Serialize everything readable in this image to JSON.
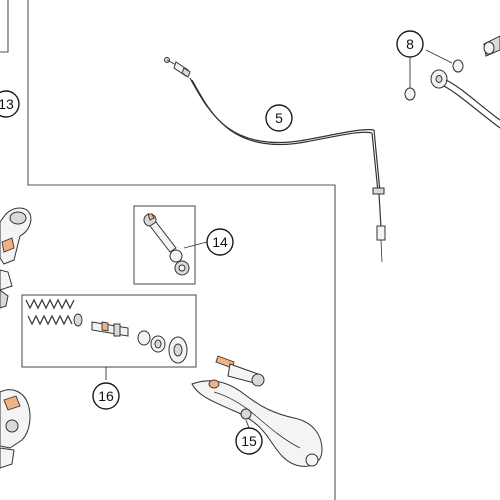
{
  "diagram": {
    "callouts": [
      {
        "id": "callout-5",
        "label": "5"
      },
      {
        "id": "callout-8",
        "label": "8"
      },
      {
        "id": "callout-13",
        "label": "13"
      },
      {
        "id": "callout-14",
        "label": "14"
      },
      {
        "id": "callout-15",
        "label": "15"
      },
      {
        "id": "callout-16",
        "label": "16"
      }
    ]
  },
  "colors": {
    "line": "#333333",
    "accent_orange": "#f2b183",
    "background": "#ffffff"
  }
}
